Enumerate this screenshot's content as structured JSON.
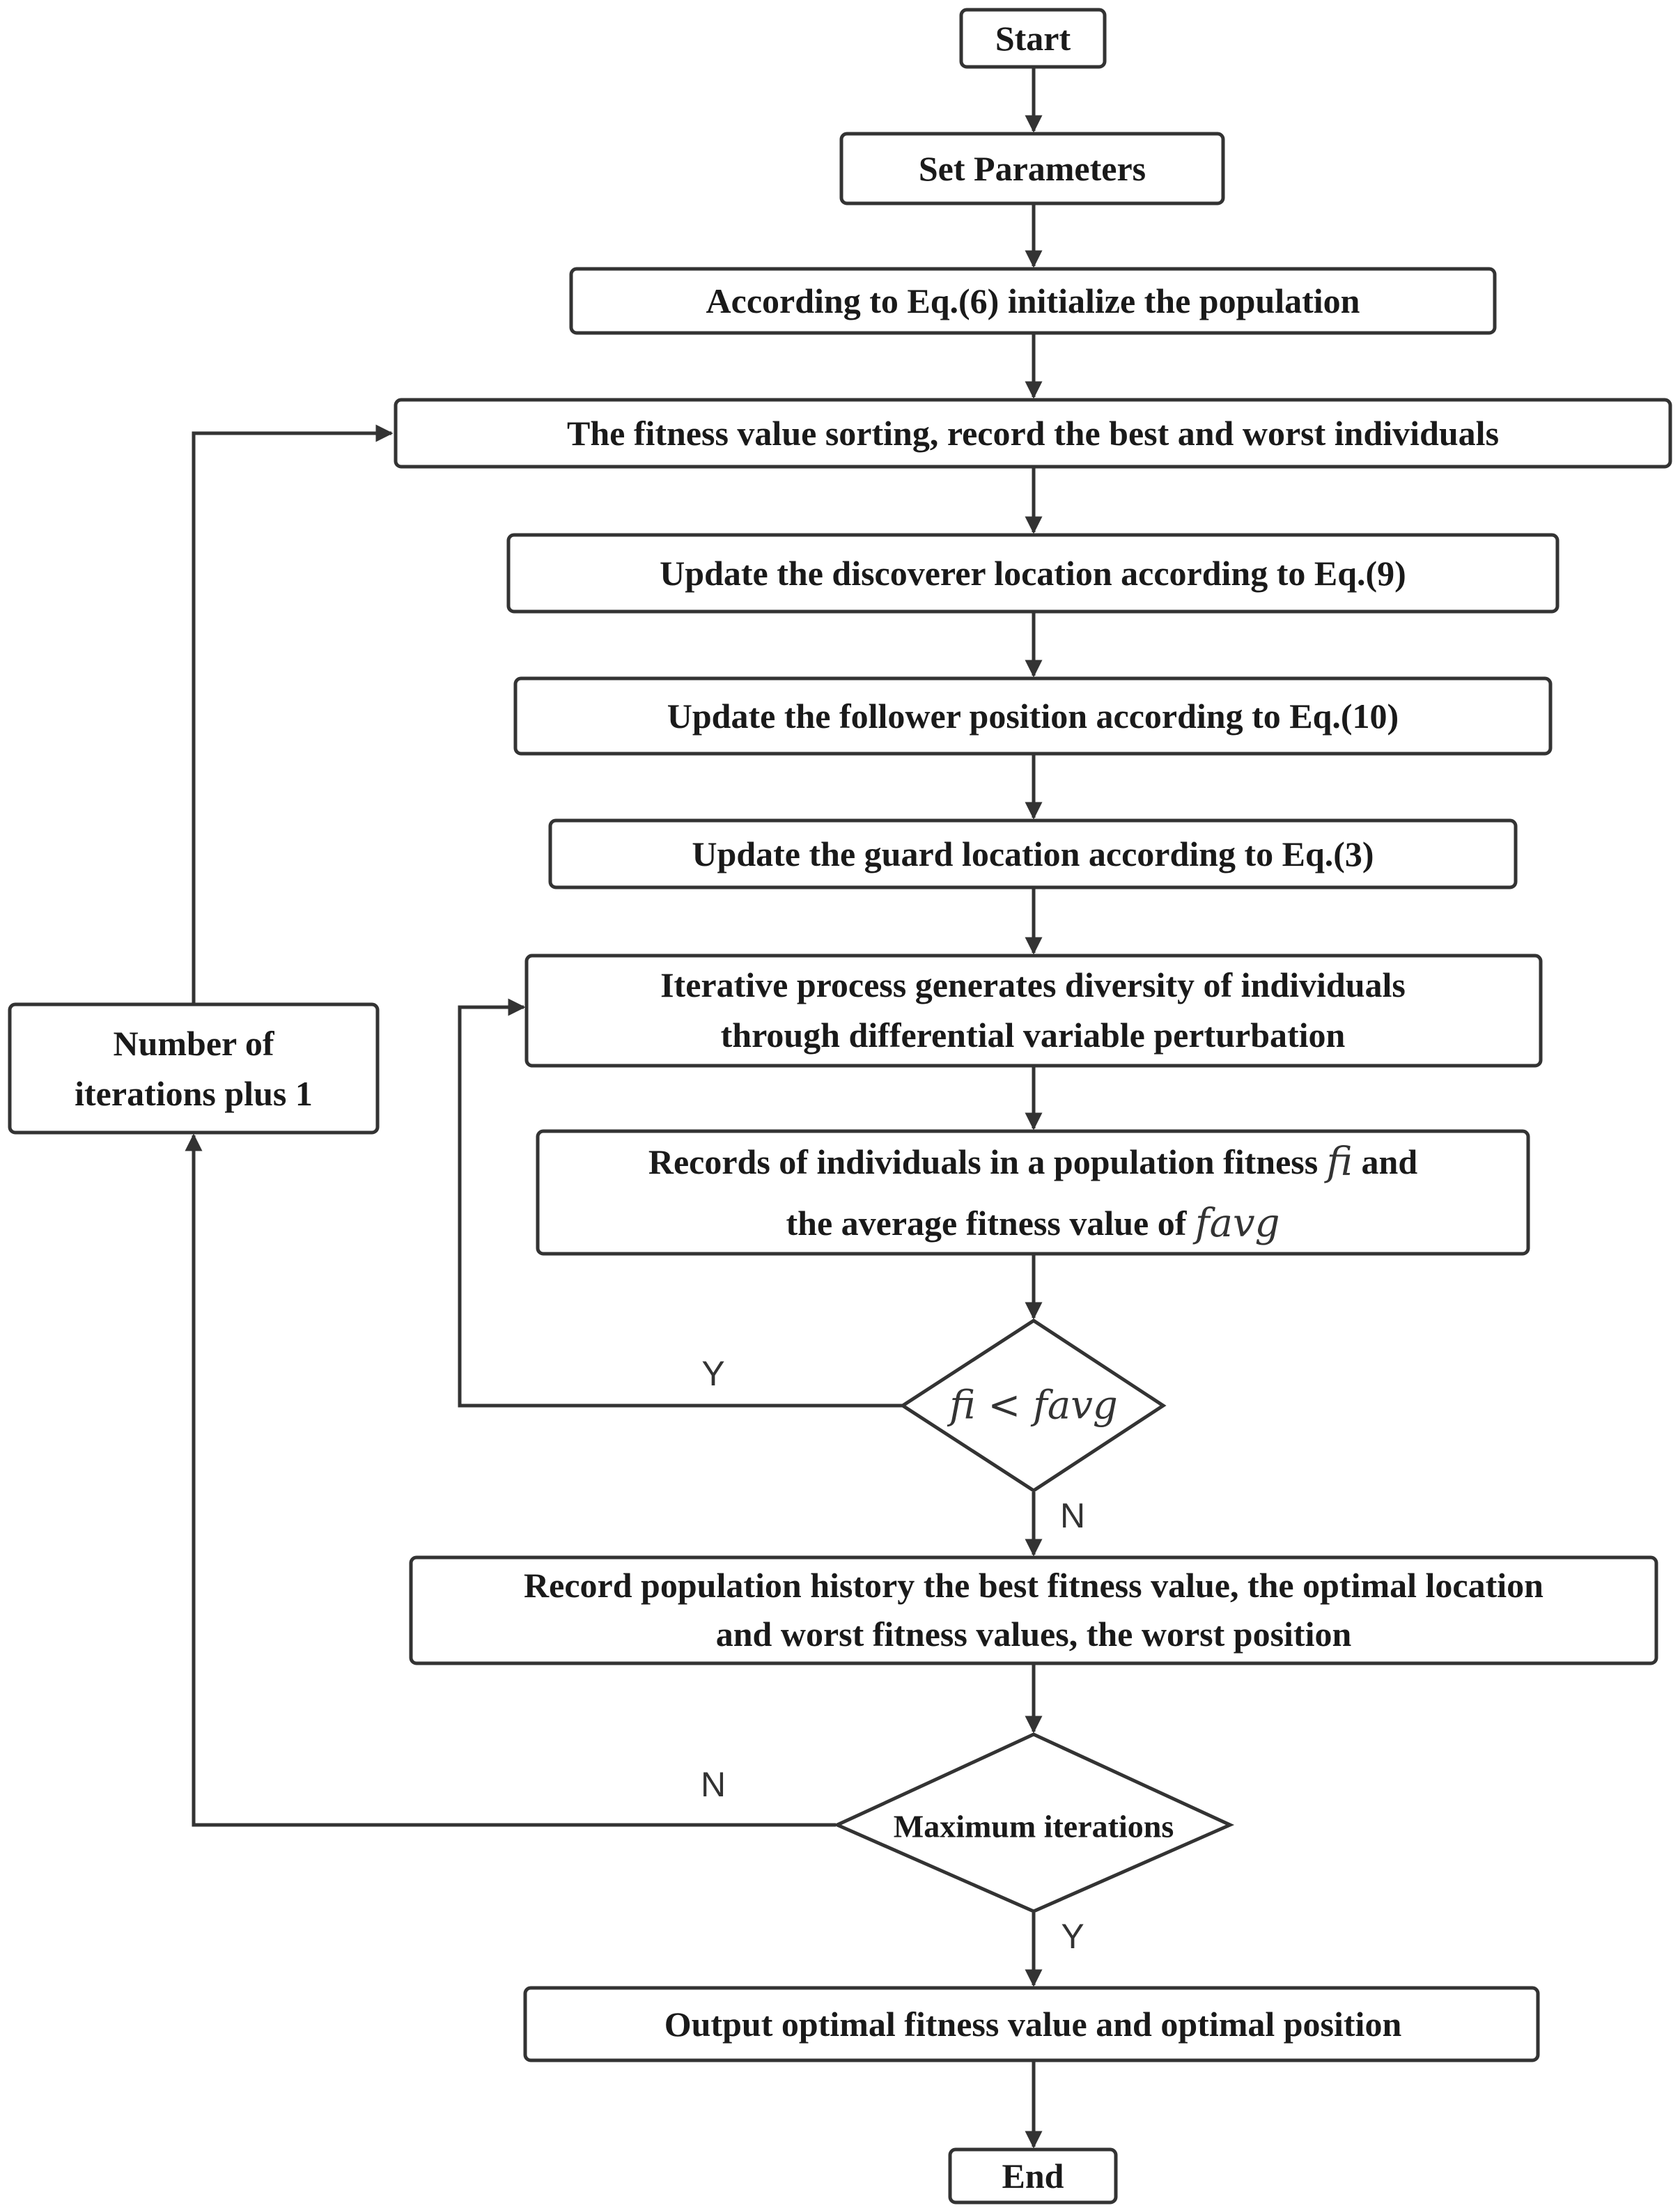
{
  "nodes": {
    "start": "Start",
    "set_params": "Set Parameters",
    "init_pop": "According to Eq.(6) initialize the population",
    "fitness_sort": "The fitness value sorting, record the best and worst individuals",
    "update_discoverer": "Update the discoverer location according to Eq.(9)",
    "update_follower": "Update the follower position according to Eq.(10)",
    "update_guard": "Update the guard location according to Eq.(3)",
    "iterative": {
      "line1": "Iterative process generates diversity of individuals",
      "line2": "through differential variable perturbation"
    },
    "records": {
      "line1_text": "Records of individuals in a population fitness ",
      "line1_math": "fi",
      "line1_end": " and",
      "line2_text": "the average fitness value of ",
      "line2_math": "favg"
    },
    "decision_fi": "fi < favg",
    "record_history": {
      "line1": "Record population history the best fitness value, the optimal location",
      "line2": "and worst fitness values, the worst position"
    },
    "decision_max": "Maximum iterations",
    "output": "Output optimal fitness value and optimal position",
    "end": "End",
    "iter_plus": {
      "line1": "Number of",
      "line2": "iterations plus 1"
    }
  },
  "edge_labels": {
    "fi_yes": "Y",
    "fi_no": "N",
    "max_no": "N",
    "max_yes": "Y"
  },
  "colors": {
    "stroke": "#333333",
    "text": "#1a1a1a",
    "background": "#ffffff"
  }
}
